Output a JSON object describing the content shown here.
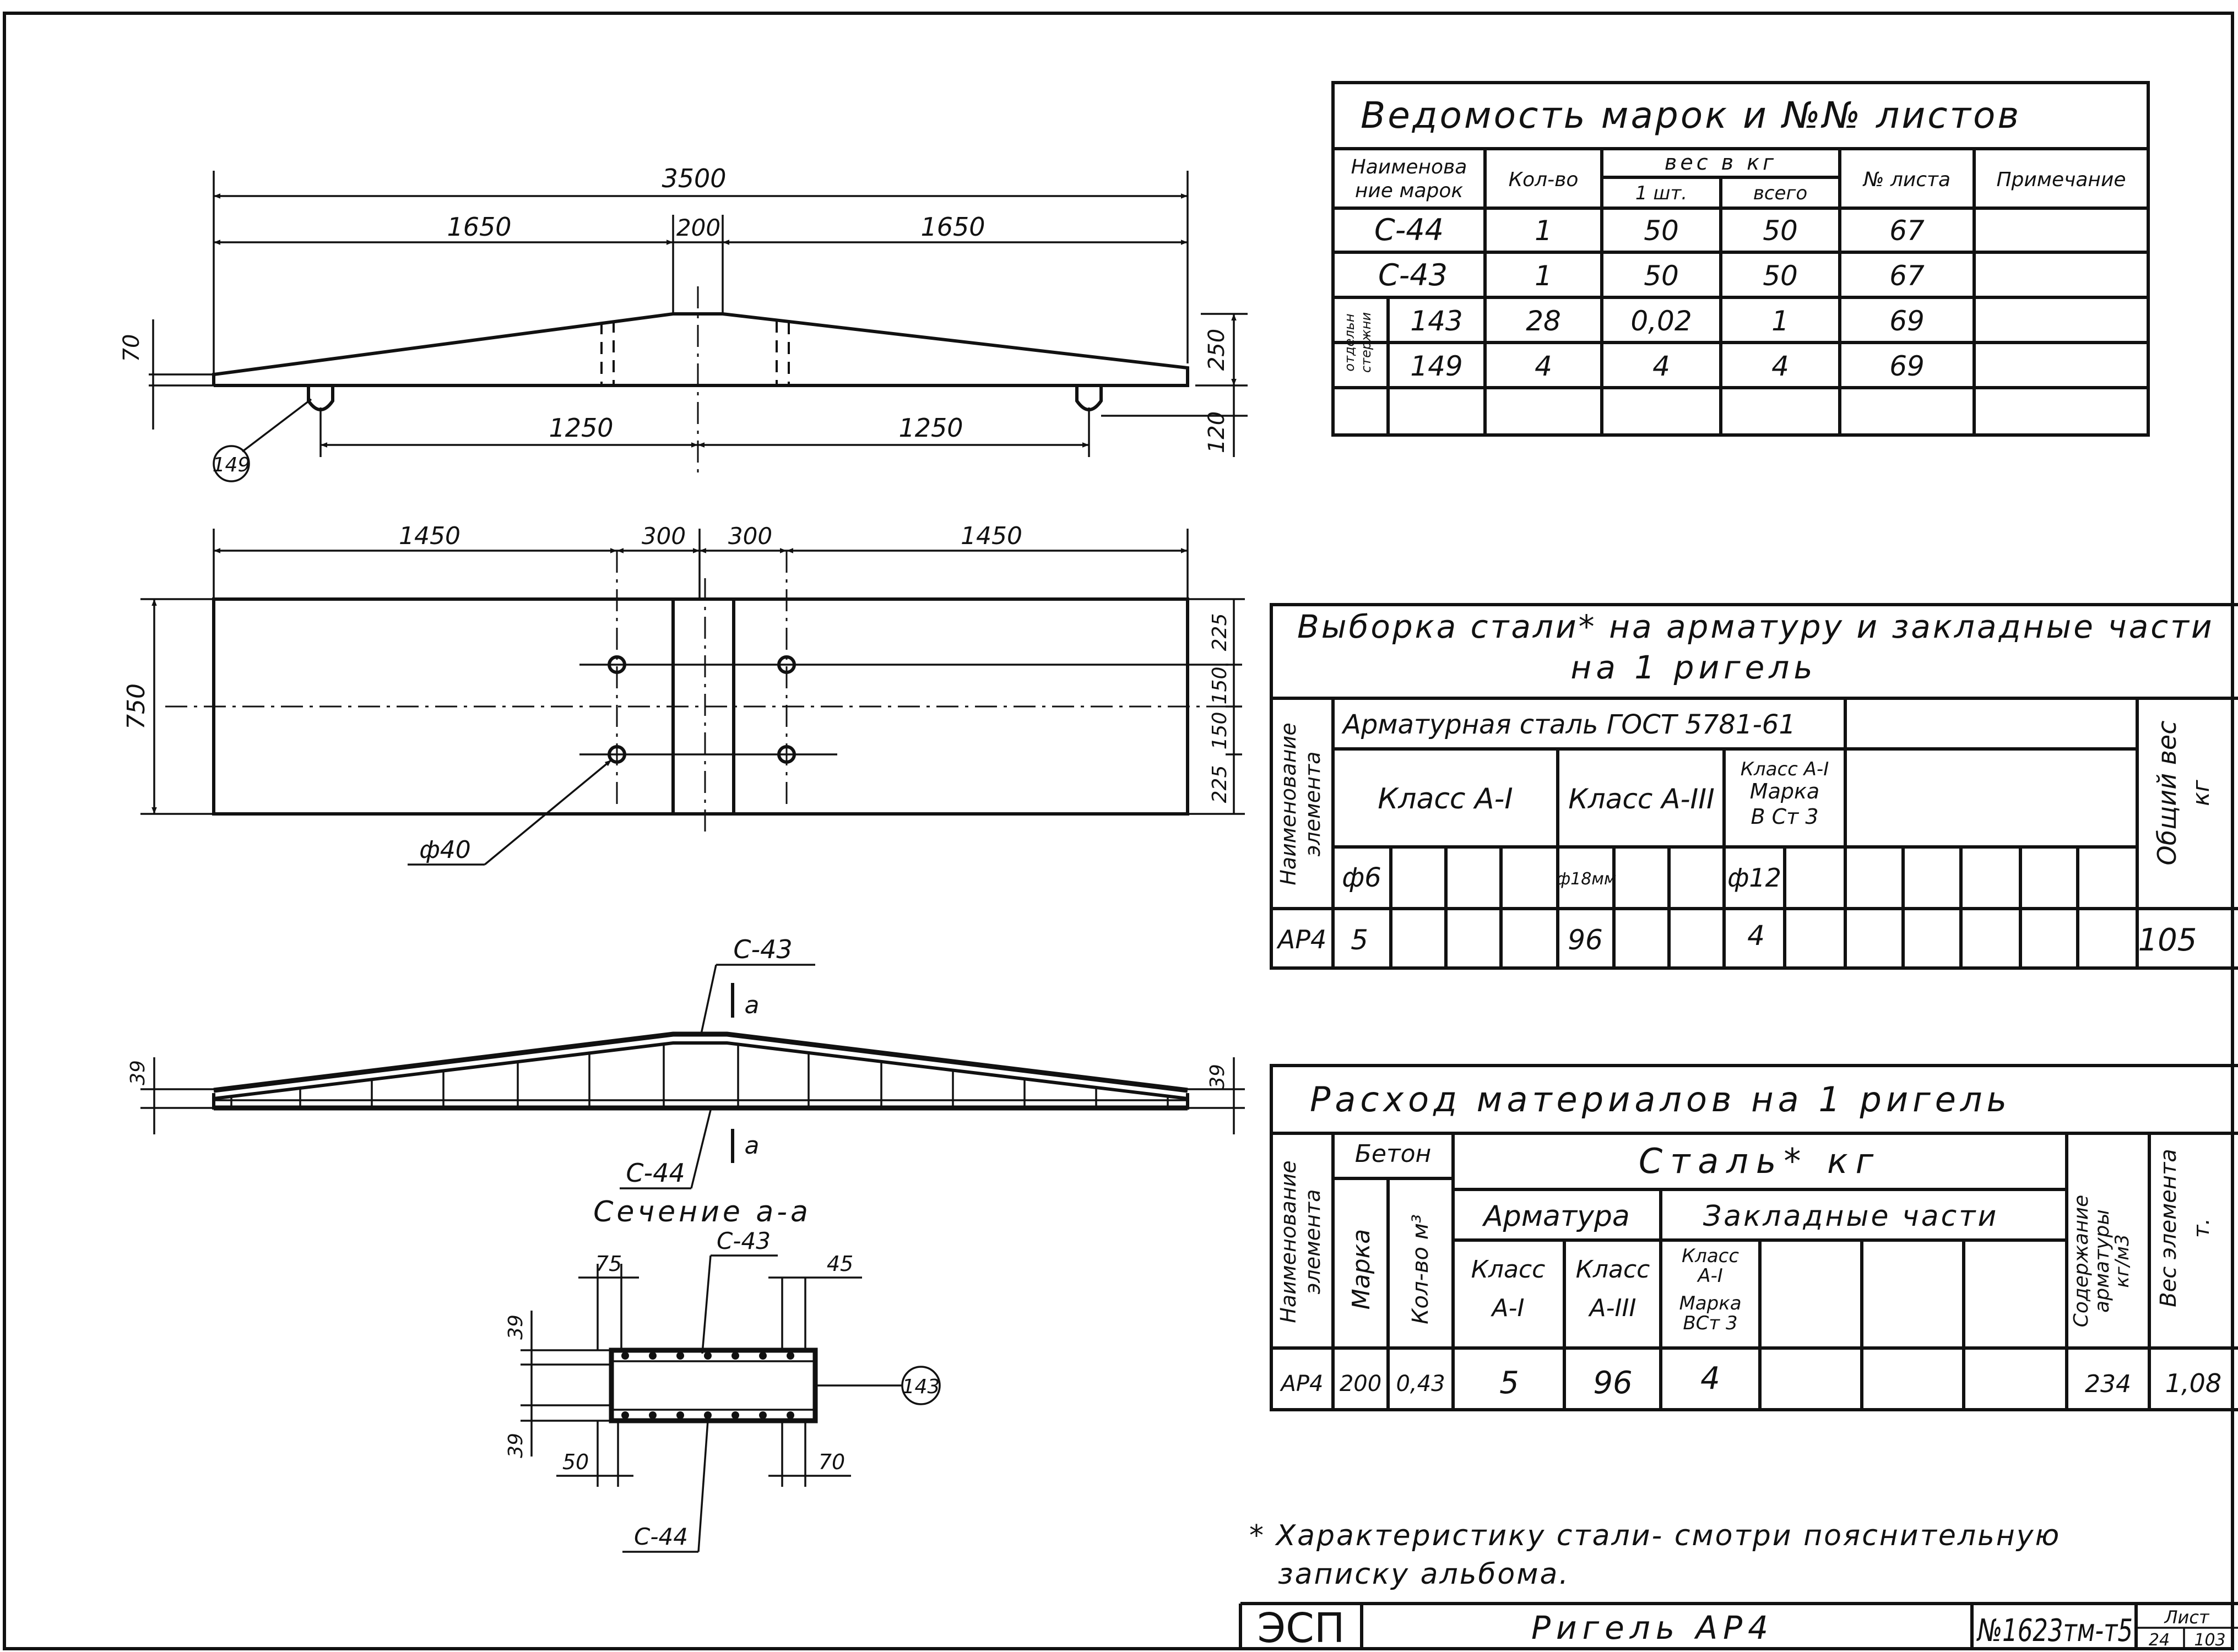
{
  "elevation": {
    "dim_total": "3500",
    "dim_left": "1650",
    "dim_mid": "200",
    "dim_right": "1650",
    "dim_end_h": "70",
    "dim_mid_h": "250",
    "dim_below": "120",
    "dim_sup_left": "1250",
    "dim_sup_right": "1250",
    "callout": "149"
  },
  "plan": {
    "dim_l": "1450",
    "dim_ml": "300",
    "dim_mr": "300",
    "dim_r": "1450",
    "dim_w": "750",
    "dim_v1": "225",
    "dim_v2": "150",
    "dim_v3": "150",
    "dim_v4": "225",
    "hole": "ф40"
  },
  "frame": {
    "top_label": "С-43",
    "bottom_label": "С-44",
    "sec_mark": "а",
    "dim_left": "39",
    "dim_right": "39"
  },
  "section": {
    "title": "Сечение а-а",
    "top_label": "С-43",
    "bottom_label": "С-44",
    "dim_tl": "75",
    "dim_tr": "45",
    "dim_bl": "50",
    "dim_br": "70",
    "dim_vt": "39",
    "dim_vb": "39",
    "callout": "143"
  },
  "marks_table": {
    "title": "Ведомость марок и №№ листов",
    "headers": {
      "name": [
        "Наименова",
        "ние марок"
      ],
      "qty": "Кол-во",
      "weight": "вес в кг",
      "w_one": "1 шт.",
      "w_total": "всего",
      "sheet": "№ листа",
      "note": "Примечание",
      "bars": [
        "отдельн",
        "стержни"
      ]
    },
    "rows": [
      {
        "mark": "С-44",
        "qty": "1",
        "w1": "50",
        "wt": "50",
        "sheet": "67"
      },
      {
        "mark": "С-43",
        "qty": "1",
        "w1": "50",
        "wt": "50",
        "sheet": "67"
      },
      {
        "mark": "143",
        "qty": "28",
        "w1": "0,02",
        "wt": "1",
        "sheet": "69"
      },
      {
        "mark": "149",
        "qty": "4",
        "w1": "4",
        "wt": "4",
        "sheet": "69"
      }
    ]
  },
  "steel_table": {
    "title": [
      "Выборка стали* на арматуру и закладные части",
      "на 1 ригель"
    ],
    "element_header": [
      "Наименование",
      "элемента"
    ],
    "rebar_header": "Арматурная сталь ГОСТ 5781-61",
    "class1": "Класс А-I",
    "class3": "Класс А-III",
    "class_marka": [
      "Класс А-I",
      "Марка",
      "В Ст 3"
    ],
    "total_header": [
      "Общий вес",
      "кг"
    ],
    "d1": "ф6",
    "d2": "ф18мм",
    "d3": "ф12",
    "row": {
      "element": "АР4",
      "v1": "5",
      "v2": "96",
      "v3": "4",
      "total": "105"
    }
  },
  "material_table": {
    "title": "Расход материалов на 1 ригель",
    "element_header": [
      "Наименование",
      "элемента"
    ],
    "concrete": "Бетон",
    "marka": "Марка",
    "volume": "Кол-во м³",
    "steel": "Сталь* кг",
    "rebar": "Арматура",
    "embedded": "Закладные части",
    "class1": [
      "Класс",
      "А-I"
    ],
    "class3": [
      "Класс",
      "А-III"
    ],
    "class_marka": [
      "Класс",
      "А-I",
      "Марка",
      "ВСт 3"
    ],
    "content": [
      "Содержание",
      "арматуры",
      "кг/м3"
    ],
    "weight": [
      "Вес элемента",
      "т."
    ],
    "row": {
      "element": "АР4",
      "marka": "200",
      "volume": "0,43",
      "c1": "5",
      "c3": "96",
      "cm": "4",
      "content": "234",
      "weight": "1,08"
    }
  },
  "footnote": [
    "* Характеристику стали- смотри пояснительную",
    "записку альбома."
  ],
  "stamp": {
    "org": "ЭСП",
    "title": "Ригель АР4",
    "code": "№1623тм-т5",
    "sheet_label": "Лист",
    "sheet": "24",
    "sheets": "103"
  }
}
